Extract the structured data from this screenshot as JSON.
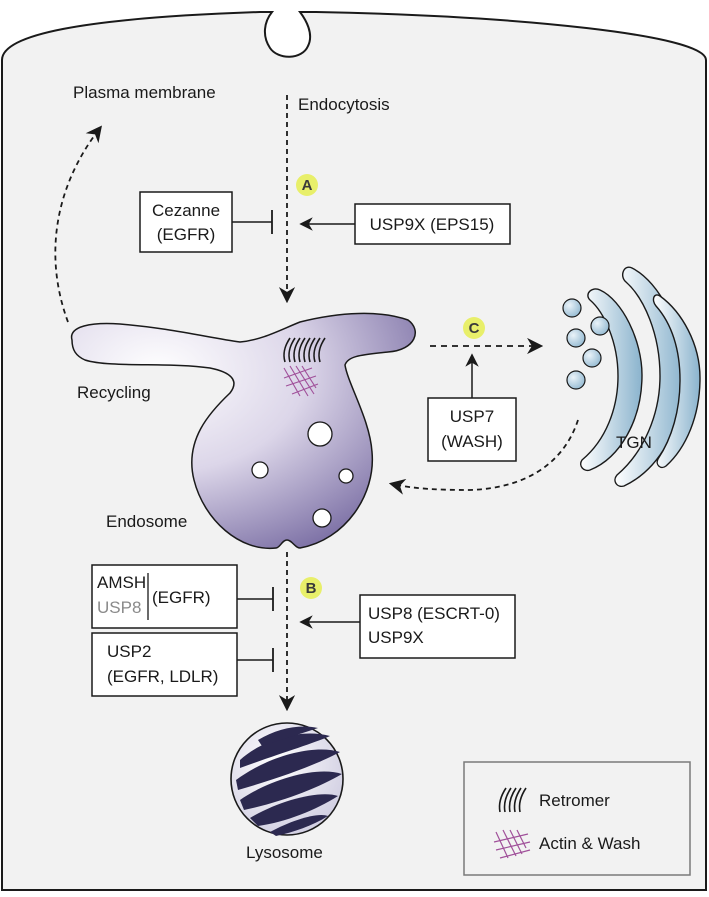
{
  "labels": {
    "plasma_membrane": "Plasma membrane",
    "endocytosis": "Endocytosis",
    "recycling": "Recycling",
    "endosome": "Endosome",
    "tgn": "TGN",
    "lysosome": "Lysosome"
  },
  "badges": {
    "a": "A",
    "b": "B",
    "c": "C"
  },
  "boxes": {
    "cezanne": {
      "line1": "Cezanne",
      "line2": "(EGFR)"
    },
    "usp9x_eps15": {
      "line1": "USP9X (EPS15)"
    },
    "usp7": {
      "line1": "USP7",
      "line2": "(WASH)"
    },
    "amsh": {
      "line1": "AMSH",
      "line2": "USP8",
      "side": "(EGFR)"
    },
    "usp2": {
      "line1": "USP2",
      "line2": "(EGFR, LDLR)"
    },
    "usp8_escrt": {
      "line1": "USP8 (ESCRT-0)",
      "line2": "USP9X"
    }
  },
  "legend": {
    "retromer": "Retromer",
    "actin_wash": "Actin & Wash"
  },
  "colors": {
    "badge_fill": "#e8ef6a",
    "endosome_light": "#f4f2f8",
    "endosome_dark": "#6b5e99",
    "tgn_light": "#ffffff",
    "tgn_dark": "#8ab3cd",
    "lysosome_dark": "#2c2950",
    "actin_wash": "#a0509a",
    "cell_fill": "#f2f2f2",
    "legend_fill": "#f2f2f2"
  }
}
